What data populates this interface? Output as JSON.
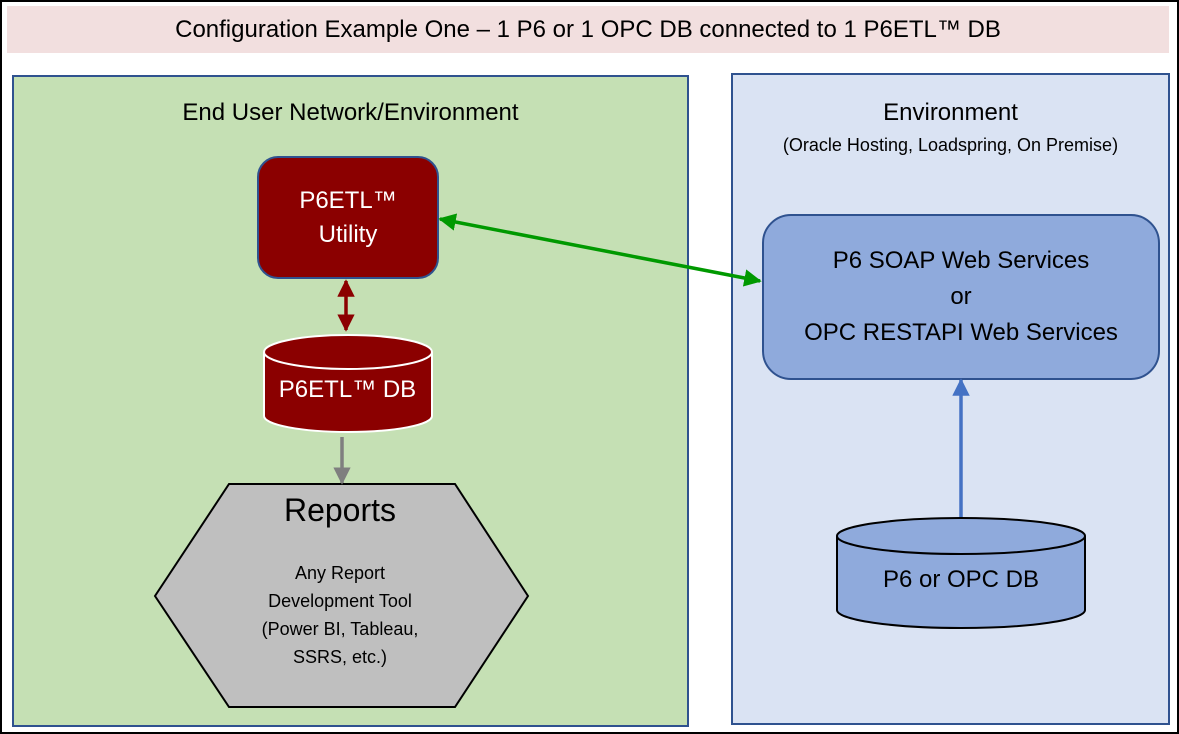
{
  "title": "Configuration Example One – 1 P6 or 1 OPC DB connected to 1 P6ETL™ DB",
  "regions": {
    "end_user": {
      "title": "End User Network/Environment",
      "fill": "#c5e0b4"
    },
    "environment": {
      "title": "Environment",
      "subtitle": "(Oracle Hosting, Loadspring, On Premise)",
      "fill": "#dae3f3"
    }
  },
  "nodes": {
    "utility": {
      "lines": [
        "P6ETL™",
        "Utility"
      ],
      "shape": "rounded-rectangle",
      "fill": "#8b0000"
    },
    "etl_db": {
      "label": "P6ETL™ DB",
      "shape": "cylinder",
      "fill": "#8b0000"
    },
    "reports": {
      "title": "Reports",
      "lines": [
        "Any Report",
        "Development Tool",
        "(Power BI, Tableau,",
        "SSRS, etc.)"
      ],
      "shape": "hexagon",
      "fill": "#bfbfbf"
    },
    "web_services": {
      "lines": [
        "P6 SOAP Web Services",
        "or",
        "OPC RESTAPI Web Services"
      ],
      "shape": "rounded-rectangle",
      "fill": "#8faadc"
    },
    "p6_db": {
      "label": "P6 or OPC DB",
      "shape": "cylinder",
      "fill": "#8faadc"
    }
  },
  "edges": [
    {
      "from": "utility",
      "to": "web_services",
      "direction": "both",
      "color": "#009900"
    },
    {
      "from": "utility",
      "to": "etl_db",
      "direction": "both",
      "color": "#8b0000"
    },
    {
      "from": "etl_db",
      "to": "reports",
      "direction": "forward",
      "color": "#7f7f7f"
    },
    {
      "from": "p6_db",
      "to": "web_services",
      "direction": "forward",
      "color": "#4472c4"
    }
  ]
}
